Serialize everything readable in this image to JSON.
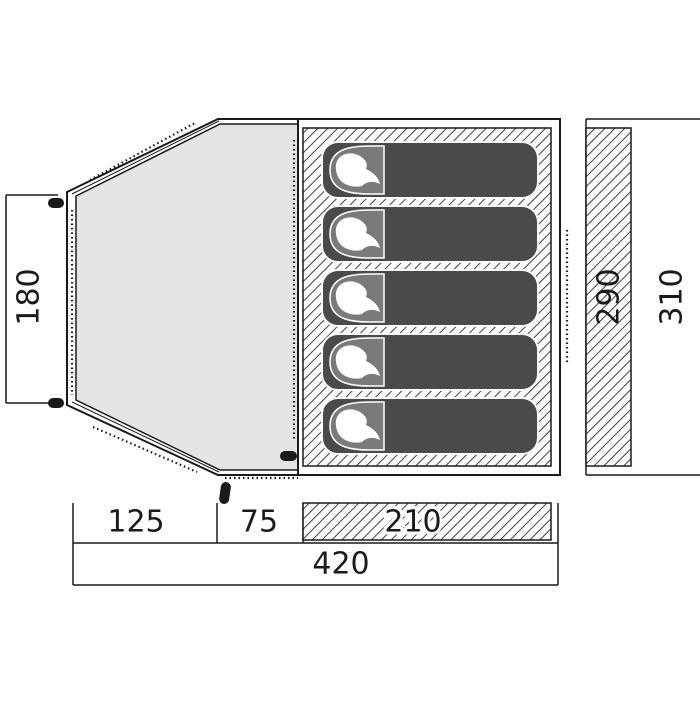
{
  "dimensions": {
    "vestibule_width": "125",
    "entrance_width": "75",
    "bedroom_width": "210",
    "total_length": "420",
    "vestibule_height": "180",
    "bedroom_height": "290",
    "total_height": "310"
  },
  "sleeping_bags": {
    "count": 5
  },
  "colors": {
    "outline": "#1a1a1a",
    "vestibule_fill": "#e4e4e4",
    "sleeping_bag_fill": "#4a4a4a",
    "sleeping_bag_hood": "#7a7a7a",
    "hatch": "#2a2a2a"
  }
}
